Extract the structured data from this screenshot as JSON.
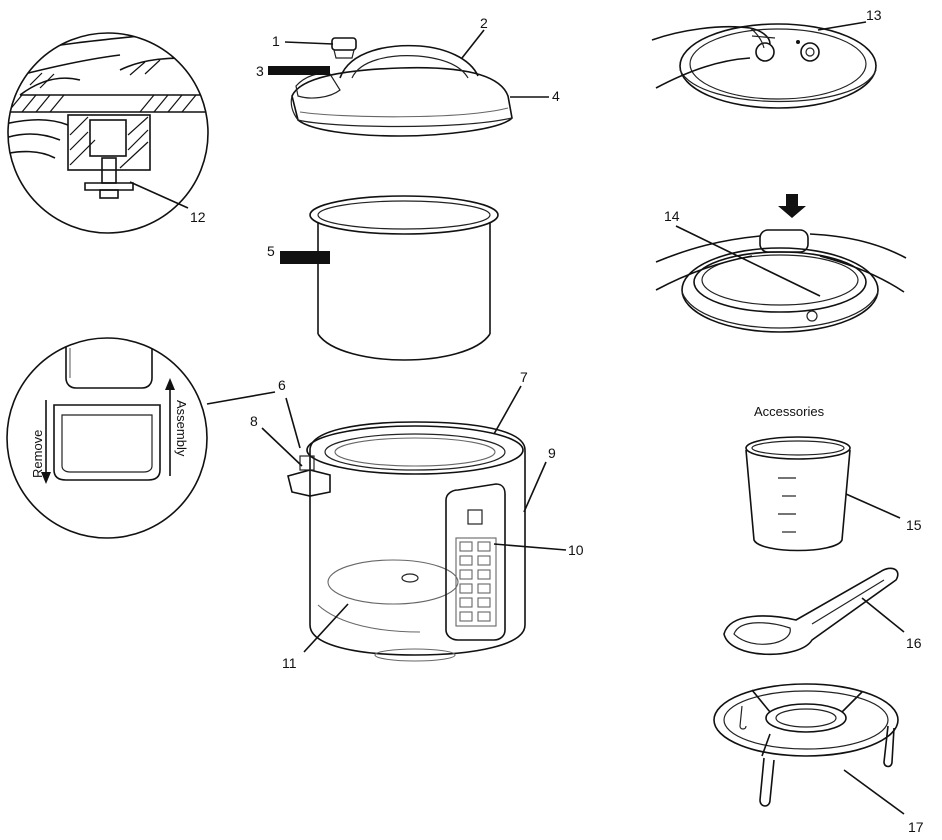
{
  "labels": {
    "n1": "1",
    "n2": "2",
    "n3": "3",
    "n4": "4",
    "n5": "5",
    "n6": "6",
    "n7": "7",
    "n8": "8",
    "n9": "9",
    "n10": "10",
    "n11": "11",
    "n12": "12",
    "n13": "13",
    "n14": "14",
    "n15": "15",
    "n16": "16",
    "n17": "17"
  },
  "detail": {
    "remove": "Remove",
    "assembly": "Assembly"
  },
  "accessories": {
    "heading": "Accessories"
  }
}
